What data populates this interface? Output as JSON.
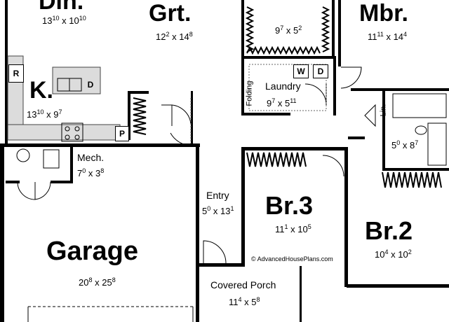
{
  "rooms": {
    "din": {
      "name": "Din.",
      "w": "13",
      "w_in": "10",
      "d": "10",
      "d_in": "10"
    },
    "grt": {
      "name": "Grt.",
      "w": "12",
      "w_in": "2",
      "d": "14",
      "d_in": "8"
    },
    "closet": {
      "w": "9",
      "w_in": "7",
      "d": "5",
      "d_in": "2"
    },
    "mbr": {
      "name": "Mbr.",
      "w": "11",
      "w_in": "11",
      "d": "14",
      "d_in": "4"
    },
    "k": {
      "name": "K.",
      "w": "13",
      "w_in": "10",
      "d": "9",
      "d_in": "7"
    },
    "laundry": {
      "name": "Laundry",
      "w": "9",
      "w_in": "7",
      "d": "5",
      "d_in": "11"
    },
    "mech": {
      "name": "Mech.",
      "w": "7",
      "w_in": "0",
      "d": "3",
      "d_in": "8"
    },
    "bath": {
      "w": "5",
      "w_in": "0",
      "d": "8",
      "d_in": "7"
    },
    "entry": {
      "name": "Entry",
      "w": "5",
      "w_in": "0",
      "d": "13",
      "d_in": "1"
    },
    "br3": {
      "name": "Br.3",
      "w": "11",
      "w_in": "1",
      "d": "10",
      "d_in": "5"
    },
    "br2": {
      "name": "Br.2",
      "w": "10",
      "w_in": "4",
      "d": "10",
      "d_in": "2"
    },
    "garage": {
      "name": "Garage",
      "w": "20",
      "w_in": "8",
      "d": "25",
      "d_in": "8"
    },
    "porch": {
      "name": "Covered Porch",
      "w": "11",
      "w_in": "4",
      "d": "5",
      "d_in": "8"
    }
  },
  "labels": {
    "folding": "Folding",
    "lin": "Lin.",
    "fridge": "R",
    "dishwasher": "D",
    "washer": "W",
    "dryer": "D",
    "pantry": "P",
    "copyright": "© AdvancedHousePlans.com"
  }
}
